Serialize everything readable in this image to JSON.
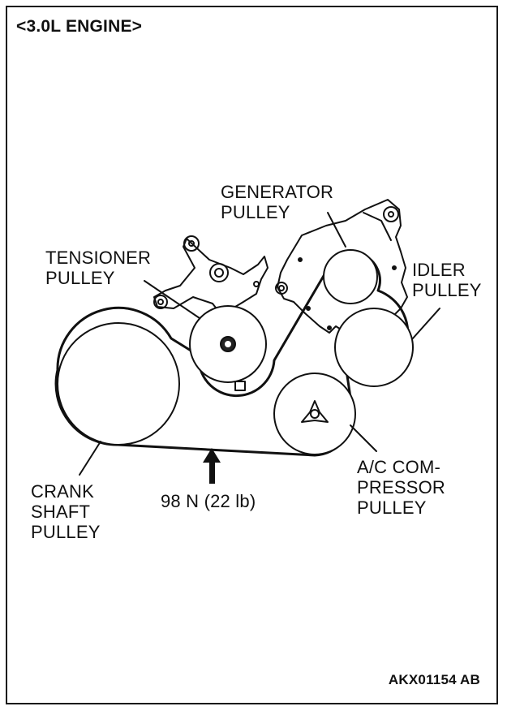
{
  "figure": {
    "title": "<3.0L ENGINE>",
    "code": "AKX01154 AB"
  },
  "labels": {
    "generator_pulley": "GENERATOR\nPULLEY",
    "tensioner_pulley": "TENSIONER\nPULLEY",
    "idler_pulley": "IDLER\nPULLEY",
    "crankshaft_pulley": "CRANK\nSHAFT\nPULLEY",
    "ac_compressor_pulley": "A/C COM-\nPRESSOR\nPULLEY",
    "belt_tension": "98 N (22 lb)"
  }
}
